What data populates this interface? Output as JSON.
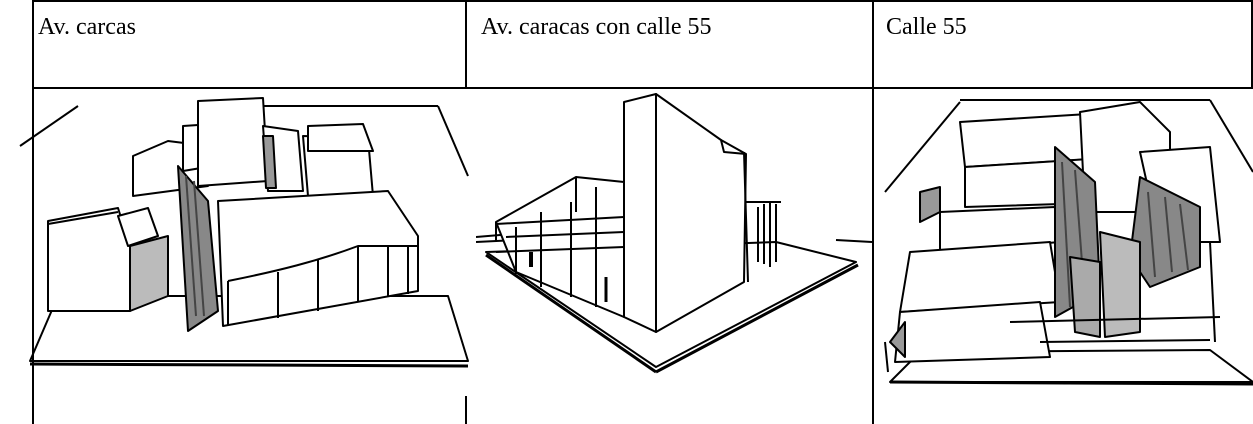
{
  "table": {
    "headers": [
      "Av. carcas",
      "Av. caracas con calle 55",
      "Calle 55"
    ]
  },
  "sketches": [
    {
      "icon": "building-sketch-av-caracas-icon"
    },
    {
      "icon": "building-sketch-corner-icon"
    },
    {
      "icon": "building-sketch-calle-55-icon"
    }
  ]
}
